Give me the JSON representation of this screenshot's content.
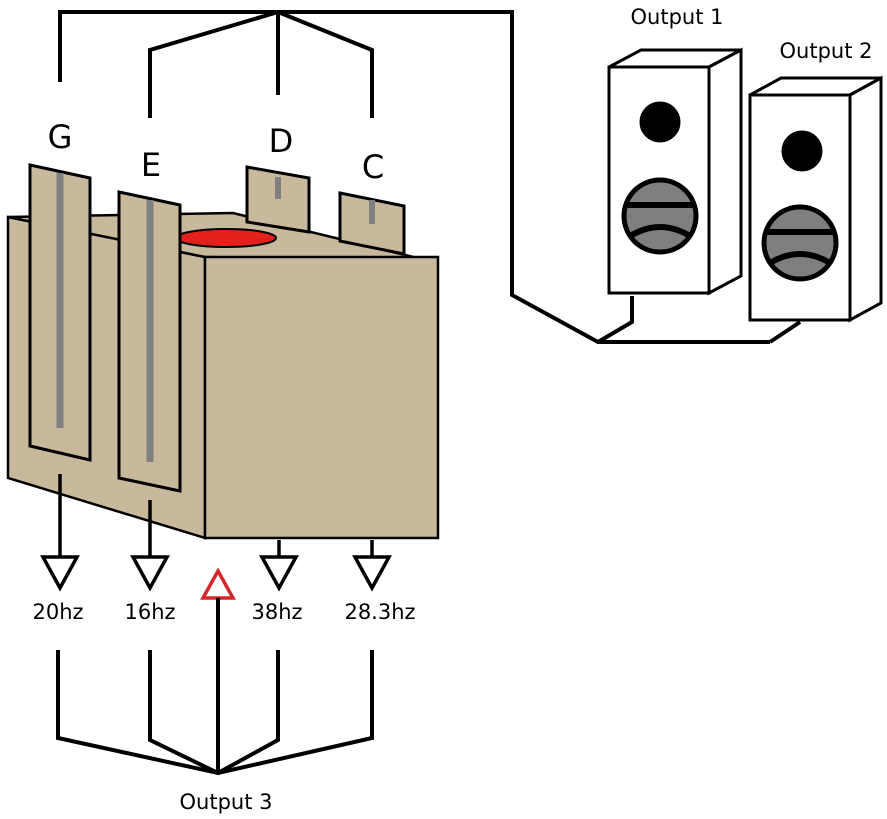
{
  "strings": {
    "G": "G",
    "E": "E",
    "D": "D",
    "C": "C"
  },
  "frequencies": [
    "20hz",
    "16hz",
    "38hz",
    "28.3hz"
  ],
  "outputs": {
    "output1": "Output 1",
    "output2": "Output 2",
    "output3": "Output 3"
  },
  "colors": {
    "box": "#c8b89c",
    "hole": "#e3201b",
    "input_arrow": "#d6262b",
    "woofer": "#7f7f7f",
    "tine_slot": "#808080",
    "line": "#000000"
  }
}
